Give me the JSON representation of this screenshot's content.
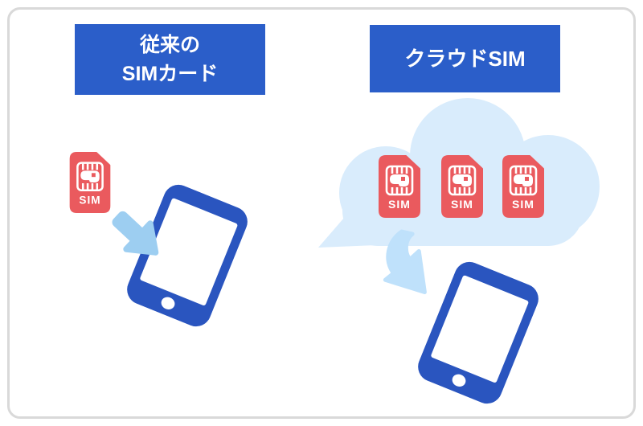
{
  "colors": {
    "header_blue": "#2b5ec9",
    "phone_blue": "#2a55bf",
    "sim_red": "#ea5a5e",
    "cloud_blue": "#d9ecfc",
    "arrow_left": "#9dcef1",
    "arrow_right": "#bfe1fb",
    "border_gray": "#d9d9d9"
  },
  "left_panel": {
    "title_line1": "従来の",
    "title_line2": "SIMカード",
    "sim_label": "SIM"
  },
  "right_panel": {
    "title": "クラウドSIM",
    "sim_labels": [
      "SIM",
      "SIM",
      "SIM"
    ]
  }
}
